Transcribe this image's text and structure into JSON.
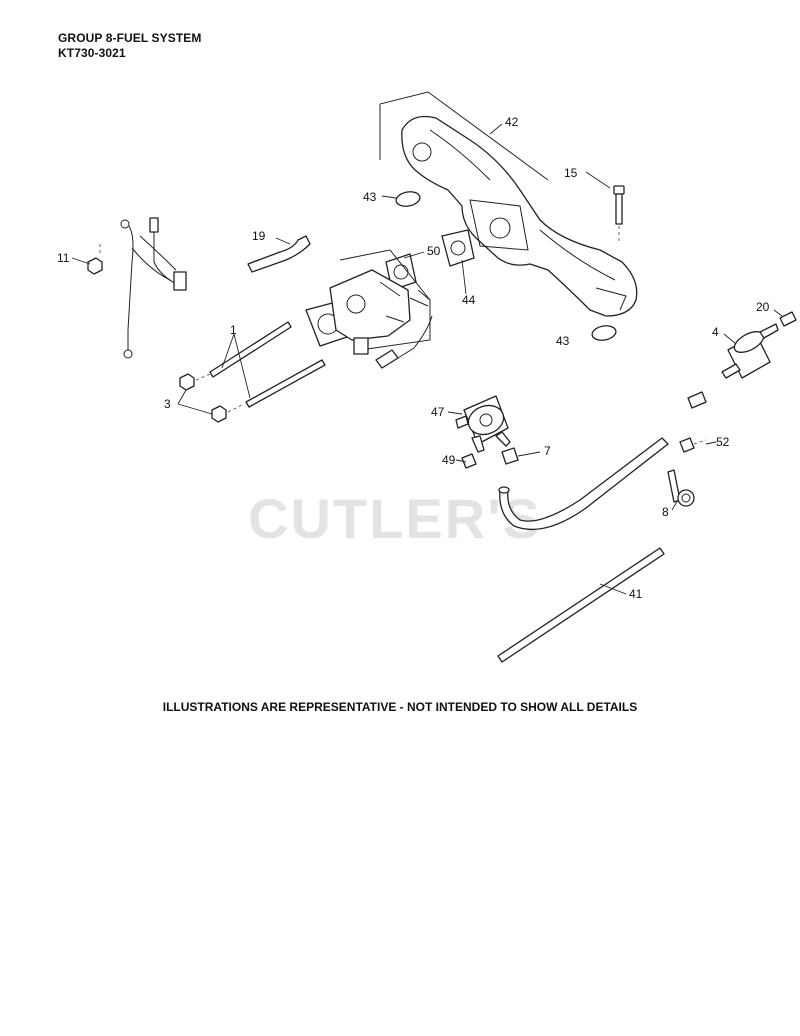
{
  "header": {
    "title": "GROUP 8-FUEL SYSTEM",
    "model": "KT730-3021"
  },
  "watermark": "CUTLER'S",
  "footer": "ILLUSTRATIONS ARE REPRESENTATIVE - NOT INTENDED TO SHOW ALL DETAILS",
  "callouts": {
    "c42": "42",
    "c15": "15",
    "c43a": "43",
    "c43b": "43",
    "c19": "19",
    "c50": "50",
    "c44": "44",
    "c11": "11",
    "c1": "1",
    "c3": "3",
    "c20": "20",
    "c4": "4",
    "c47": "47",
    "c7": "7",
    "c49": "49",
    "c52": "52",
    "c8": "8",
    "c41": "41"
  }
}
